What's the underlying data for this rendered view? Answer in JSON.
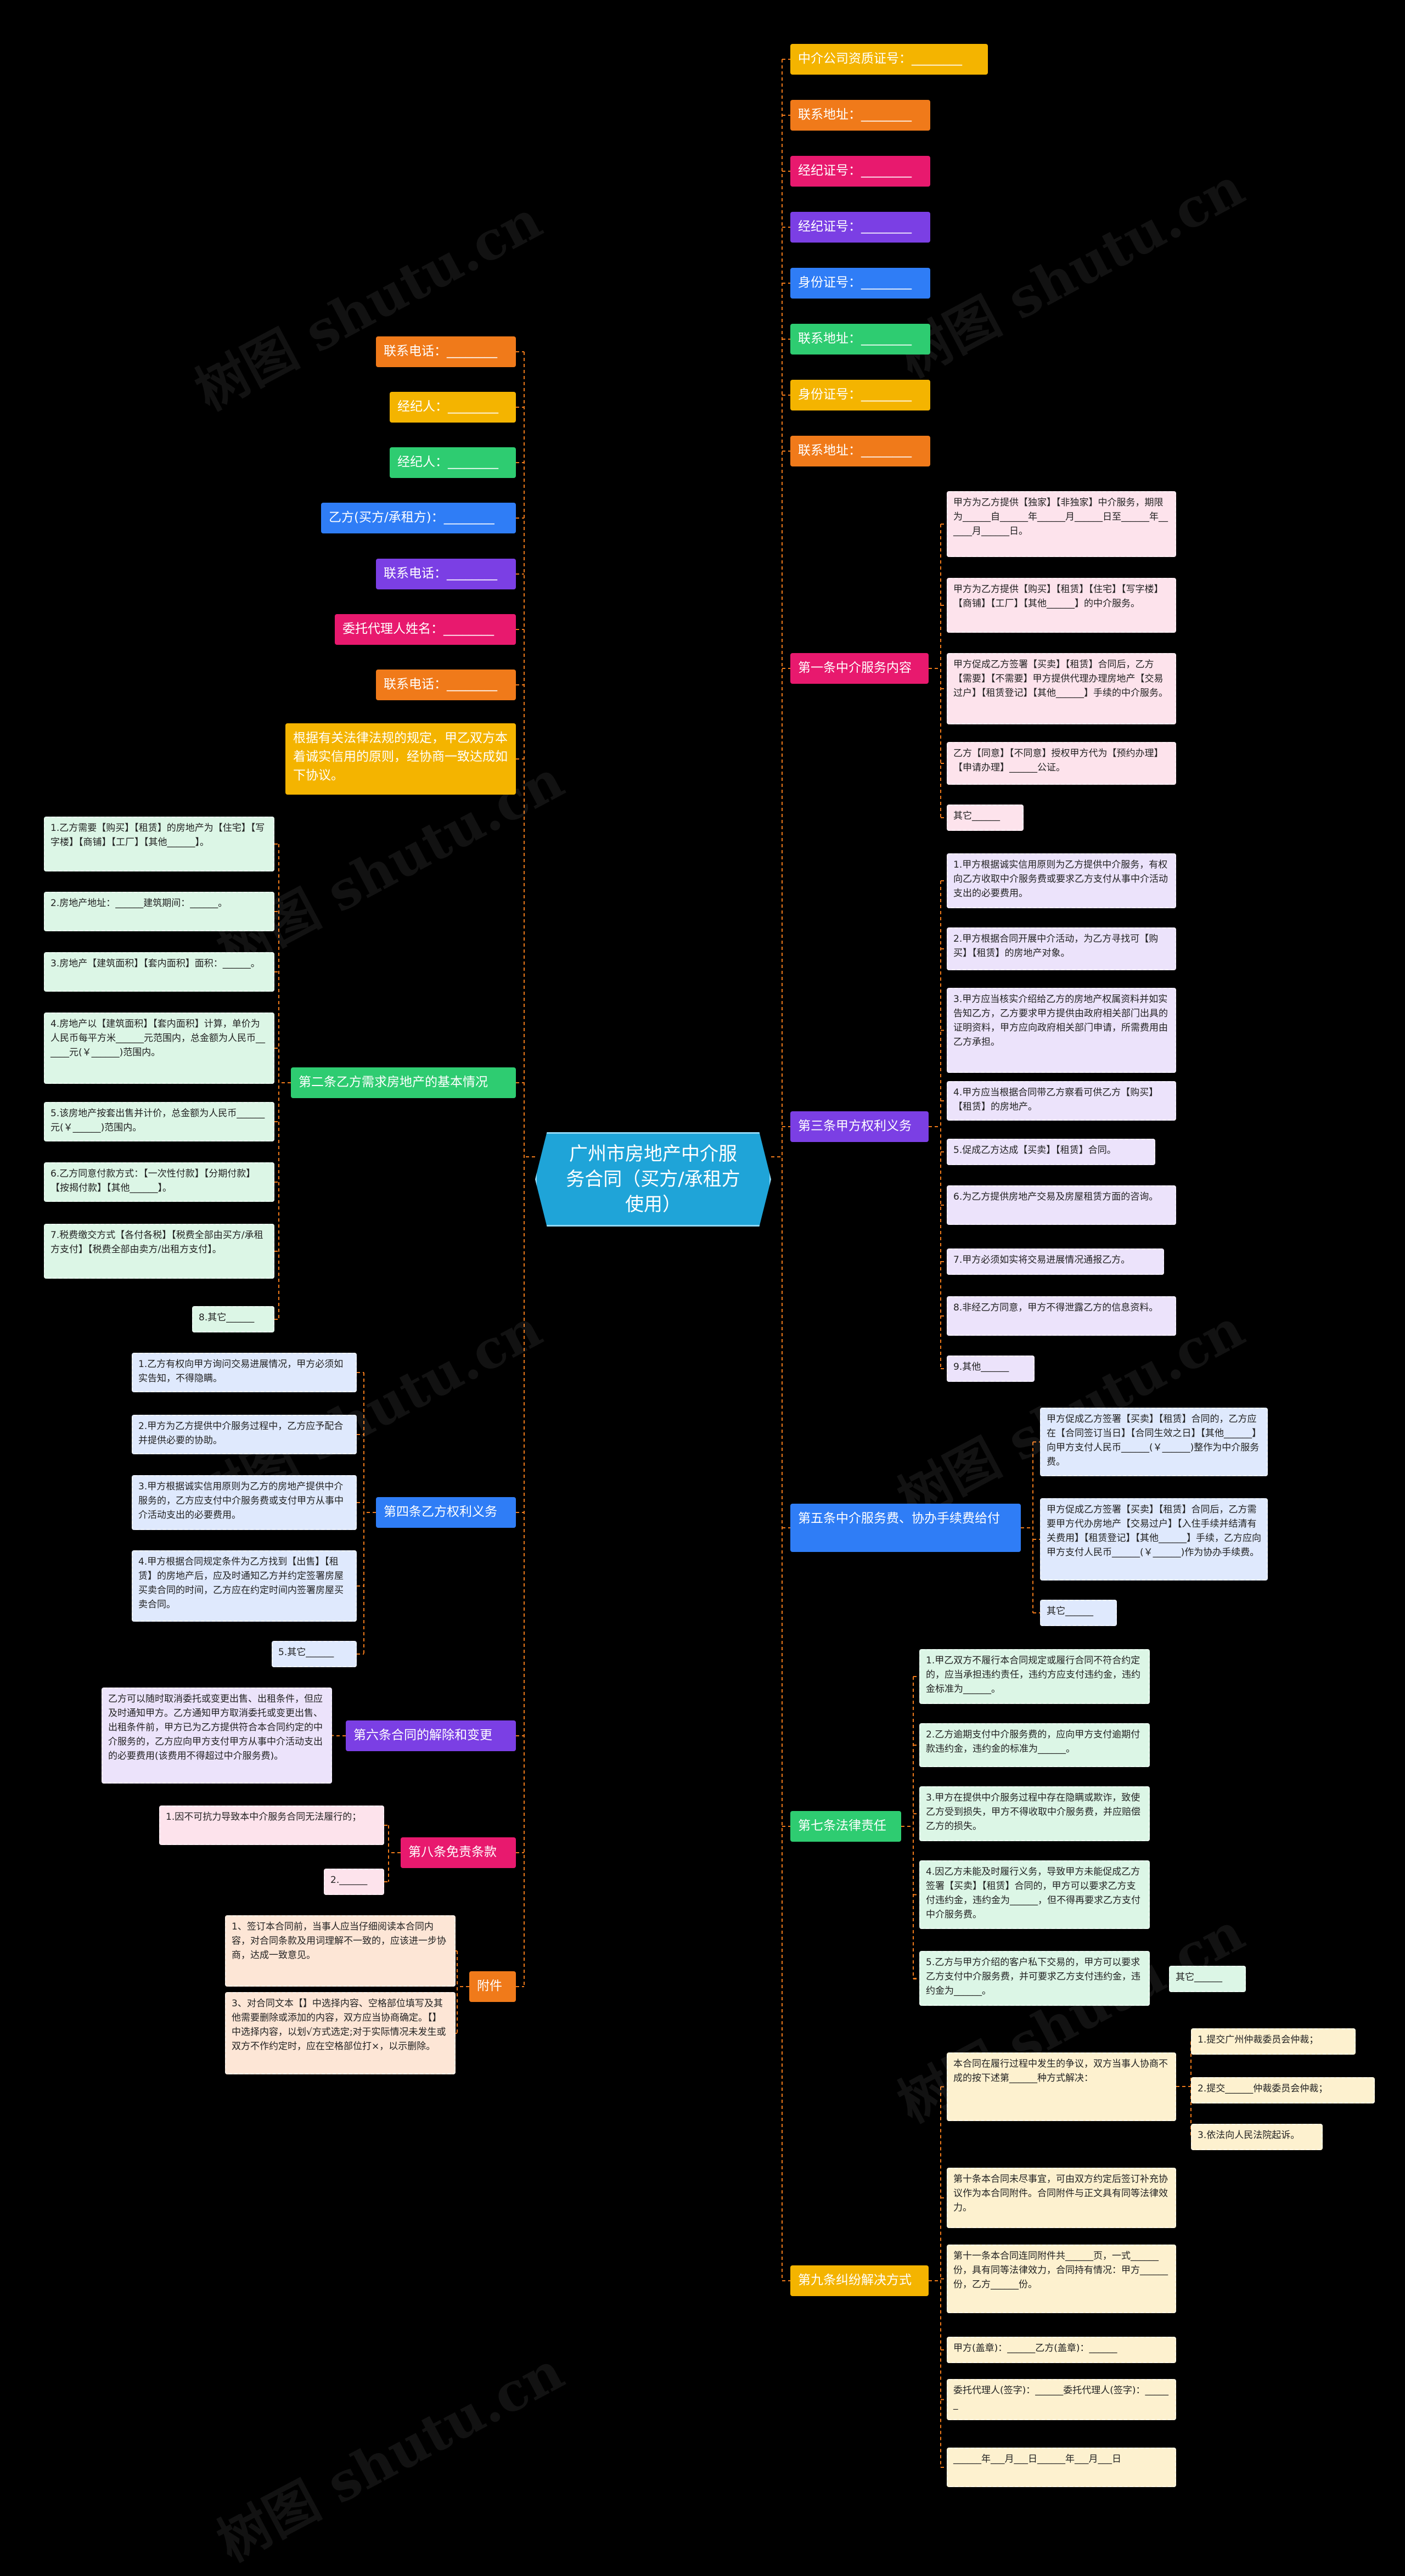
{
  "root": {
    "title": "广州市房地产中介服务合同（买方/承租方使用）"
  },
  "watermark": "树图 shutu.cn",
  "colors": {
    "orange": "#f07a1a",
    "yellow": "#f4b400",
    "green": "#2ecc71",
    "blue": "#2f7df6",
    "purple": "#7b3fe4",
    "pink": "#e8196e",
    "teal": "#1fa4d8",
    "leaf_pink_bg": "#fde3ec",
    "leaf_purple_bg": "#ece3fb",
    "leaf_blue_bg": "#dfe9fd",
    "leaf_green_bg": "#dcf6e6",
    "leaf_yellow_bg": "#fdf1cf",
    "leaf_peach_bg": "#fde6d6",
    "wire": "#f07a1a"
  },
  "right_top": [
    {
      "label": "中介公司资质证号：________",
      "color": "yellow"
    },
    {
      "label": "联系地址：________",
      "color": "orange"
    },
    {
      "label": "经纪证号：________",
      "color": "pink"
    },
    {
      "label": "经纪证号：________",
      "color": "purple"
    },
    {
      "label": "身份证号：________",
      "color": "blue"
    },
    {
      "label": "联系地址：________",
      "color": "green"
    },
    {
      "label": "身份证号：________",
      "color": "yellow"
    },
    {
      "label": "联系地址：________",
      "color": "orange"
    }
  ],
  "left_top": [
    {
      "label": "联系电话：________",
      "color": "orange"
    },
    {
      "label": "经纪人：________",
      "color": "yellow"
    },
    {
      "label": "经纪人：________",
      "color": "green"
    },
    {
      "label": "乙方(买方/承租方)：________",
      "color": "blue"
    },
    {
      "label": "联系电话：________",
      "color": "purple"
    },
    {
      "label": "委托代理人姓名：________",
      "color": "pink"
    },
    {
      "label": "联系电话：________",
      "color": "orange"
    },
    {
      "label": "根据有关法律法规的规定，甲乙双方本着诚实信用的原则，经协商一致达成如下协议。",
      "color": "yellow"
    }
  ],
  "s1": {
    "label": "第一条中介服务内容",
    "items": [
      "甲方为乙方提供【独家】【非独家】中介服务，期限为______自______年______月______日至______年______月______日。",
      "甲方为乙方提供【购买】【租赁】【住宅】【写字楼】【商铺】【工厂】【其他______】的中介服务。",
      "甲方促成乙方签署【买卖】【租赁】合同后，乙方【需要】【不需要】甲方提供代理办理房地产【交易过户】【租赁登记】【其他______】手续的中介服务。",
      "乙方【同意】【不同意】授权甲方代为【预约办理】【申请办理】______公证。",
      "其它______"
    ]
  },
  "s2": {
    "label": "第二条乙方需求房地产的基本情况",
    "items": [
      "1.乙方需要【购买】【租赁】的房地产为【住宅】【写字楼】【商铺】【工厂】【其他______】。",
      "2.房地产地址：______建筑期间：______。",
      "3.房地产【建筑面积】【套内面积】面积：______。",
      "4.房地产以【建筑面积】【套内面积】计算，单价为人民币每平方米______元范围内，总金额为人民币______元(￥______)范围内。",
      "5.该房地产按套出售并计价，总金额为人民币______元(￥______)范围内。",
      "6.乙方同意付款方式：【一次性付款】【分期付款】【按揭付款】【其他______】。",
      "7.税费缴交方式【各付各税】【税费全部由买方/承租方支付】【税费全部由卖方/出租方支付】。",
      "8.其它______"
    ]
  },
  "s3": {
    "label": "第三条甲方权利义务",
    "items": [
      "1.甲方根据诚实信用原则为乙方提供中介服务，有权向乙方收取中介服务费或要求乙方支付从事中介活动支出的必要费用。",
      "2.甲方根据合同开展中介活动，为乙方寻找可【购买】【租赁】的房地产对象。",
      "3.甲方应当核实介绍给乙方的房地产权属资料并如实告知乙方，乙方要求甲方提供由政府相关部门出具的证明资料，甲方应向政府相关部门申请，所需费用由乙方承担。",
      "4.甲方应当根据合同带乙方察看可供乙方【购买】【租赁】的房地产。",
      "5.促成乙方达成【买卖】【租赁】合同。",
      "6.为乙方提供房地产交易及房屋租赁方面的咨询。",
      "7.甲方必须如实将交易进展情况通报乙方。",
      "8.非经乙方同意，甲方不得泄露乙方的信息资料。",
      "9.其他______"
    ]
  },
  "s4": {
    "label": "第四条乙方权利义务",
    "items": [
      "1.乙方有权向甲方询问交易进展情况，甲方必须如实告知，不得隐瞒。",
      "2.甲方为乙方提供中介服务过程中，乙方应予配合并提供必要的协助。",
      "3.甲方根据诚实信用原则为乙方的房地产提供中介服务的，乙方应支付中介服务费或支付甲方从事中介活动支出的必要费用。",
      "4.甲方根据合同规定条件为乙方找到【出售】【租赁】的房地产后，应及时通知乙方并约定签署房屋买卖合同的时间，乙方应在约定时间内签署房屋买卖合同。",
      "5.其它______"
    ]
  },
  "s5": {
    "label": "第五条中介服务费、协办手续费给付",
    "items": [
      "甲方促成乙方签署【买卖】【租赁】合同的，乙方应在【合同签订当日】【合同生效之日】【其他______】向甲方支付人民币______(￥______)整作为中介服务费。",
      "甲方促成乙方签署【买卖】【租赁】合同后，乙方需要甲方代办房地产【交易过户】【入住手续并结清有关费用】【租赁登记】【其他______】手续，乙方应向甲方支付人民币______(￥______)作为协办手续费。",
      "其它______"
    ]
  },
  "s6": {
    "label": "第六条合同的解除和变更",
    "items": [
      "乙方可以随时取消委托或变更出售、出租条件，但应及时通知甲方。乙方通知甲方取消委托或变更出售、出租条件前，甲方已为乙方提供符合本合同约定的中介服务的，乙方应向甲方支付甲方从事中介活动支出的必要费用(该费用不得超过中介服务费)。"
    ]
  },
  "s7": {
    "label": "第七条法律责任",
    "items": [
      "1.甲乙双方不履行本合同规定或履行合同不符合约定的，应当承担违约责任，违约方应支付违约金，违约金标准为______。",
      "2.乙方逾期支付中介服务费的，应向甲方支付逾期付款违约金，违约金的标准为______。",
      "3.甲方在提供中介服务过程中存在隐瞒或欺诈，致使乙方受到损失，甲方不得收取中介服务费，并应赔偿乙方的损失。",
      "4.因乙方未能及时履行义务，导致甲方未能促成乙方签署【买卖】【租赁】合同的，甲方可以要求乙方支付违约金，违约金为______，但不得再要求乙方支付中介服务费。",
      "5.乙方与甲方介绍的客户私下交易的，甲方可以要求乙方支付中介服务费，并可要求乙方支付违约金，违约金为______。",
      "其它______"
    ]
  },
  "s8": {
    "label": "第八条免责条款",
    "items": [
      "1.因不可抗力导致本中介服务合同无法履行的；",
      "2.______"
    ]
  },
  "s9": {
    "label": "第九条纠纷解决方式",
    "items": [
      "本合同在履行过程中发生的争议，双方当事人协商不成的按下述第______种方式解决：",
      "第十条本合同未尽事宜，可由双方约定后签订补充协议作为本合同附件。合同附件与正文具有同等法律效力。",
      "第十一条本合同连同附件共______页，一式______份，具有同等法律效力，合同持有情况：甲方______份，乙方______份。",
      "甲方(盖章)：______乙方(盖章)：______",
      "委托代理人(签字)：______委托代理人(签字)：______",
      "______年___月___日______年___月___日"
    ],
    "sub": [
      "1.提交广州仲裁委员会仲裁；",
      "2.提交______仲裁委员会仲裁；",
      "3.依法向人民法院起诉。"
    ]
  },
  "attach": {
    "label": "附件",
    "items": [
      "1、签订本合同前，当事人应当仔细阅读本合同内容，对合同条款及用词理解不一致的，应该进一步协商，达成一致意见。",
      "3、对合同文本【】中选择内容、空格部位填写及其他需要删除或添加的内容，双方应当协商确定。【】中选择内容，以划√方式选定;对于实际情况未发生或双方不作约定时，应在空格部位打×，以示删除。"
    ]
  }
}
